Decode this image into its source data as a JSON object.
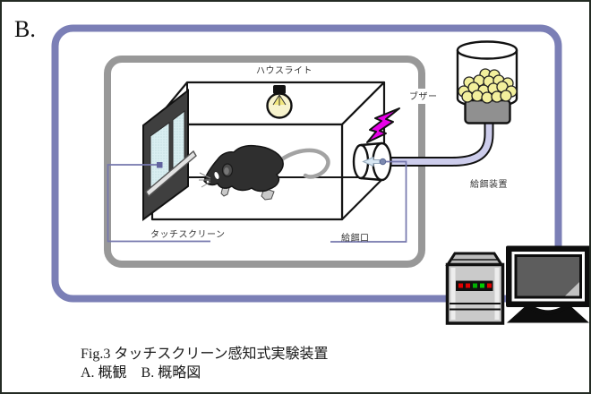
{
  "figure": {
    "panel_label": "B.",
    "caption": {
      "line1": "Fig.3 タッチスクリーン感知式実験装置",
      "line2": "A. 概観　B. 概略図"
    }
  },
  "diagram": {
    "labels": {
      "house_light": "ハウスライト",
      "buzzer": "ブザー",
      "touchscreen": "タッチスクリーン",
      "feeder_port": "給餌口",
      "feeder_device": "給餌装置"
    },
    "icons": {
      "house_light": "light-bulb-icon",
      "buzzer": "lightning-bolt-icon",
      "feeder": "pellet-dispenser-icon",
      "control": "computer-tower-icon",
      "display": "monitor-icon",
      "subject": "rat-illustration"
    },
    "colors": {
      "outer_frame": "#7b7fb6",
      "inner_frame": "#989898",
      "buzzer_bolt": "#e800e8",
      "bulb_glow": "#f7f3cd",
      "pellet": "#f2ef9c",
      "tube": "#cdcdec",
      "screen_blue": "#d9eef1",
      "leader_line": "#7577ad"
    }
  }
}
